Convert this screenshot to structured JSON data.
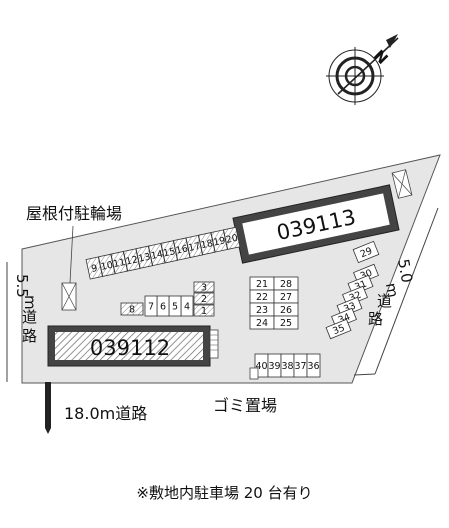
{
  "map": {
    "buildings": [
      {
        "id": "building-north",
        "label": "039113"
      },
      {
        "id": "building-south",
        "label": "039112"
      }
    ],
    "labels": {
      "bike_parking": "屋根付駐輪場",
      "road_west_width": "5.5",
      "road_west_unit": "m",
      "road_west_name_1": "道",
      "road_west_name_2": "路",
      "road_east_width": "5.0",
      "road_east_unit": "m",
      "road_east_name_1": "道",
      "road_east_name_2": "路",
      "road_south": "18.0m道路",
      "garbage": "ゴミ置場",
      "north": "N"
    },
    "parking_slots": [
      "1",
      "2",
      "3",
      "4",
      "5",
      "6",
      "7",
      "8",
      "9",
      "10",
      "11",
      "12",
      "13",
      "14",
      "15",
      "16",
      "17",
      "18",
      "19",
      "20",
      "21",
      "22",
      "23",
      "24",
      "25",
      "26",
      "27",
      "28",
      "29",
      "30",
      "31",
      "32",
      "33",
      "34",
      "35",
      "36",
      "37",
      "38",
      "39",
      "40"
    ],
    "footnote": "※敷地内駐車場 20 台有り"
  }
}
